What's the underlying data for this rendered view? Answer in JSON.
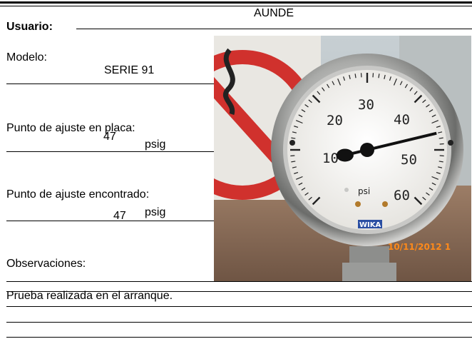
{
  "form": {
    "user_label": "Usuario:",
    "user_value": "AUNDE",
    "model_label": "Modelo:",
    "model_value": "SERIE 91",
    "plate_label": "Punto de ajuste en placa:",
    "plate_value": "47",
    "plate_unit": "psig",
    "found_label": "Punto de ajuste encontrado:",
    "found_value": "47",
    "found_unit": "psig",
    "observations_label": "Observaciones:",
    "observations_text": "Prueba realizada en el arranque."
  },
  "photo": {
    "gauge_ticks": [
      "10",
      "20",
      "30",
      "40",
      "50",
      "60"
    ],
    "gauge_unit": "psi",
    "gauge_brand": "WIKA",
    "date_stamp": "10/11/2012 1",
    "needle_reading_psi": 47
  },
  "colors": {
    "sign_red": "#d0312d",
    "sky": "#bcc6cc",
    "ground": "#8a6a55",
    "dial_face": "#f4f2ee",
    "date_stamp": "#ff8a1a"
  }
}
